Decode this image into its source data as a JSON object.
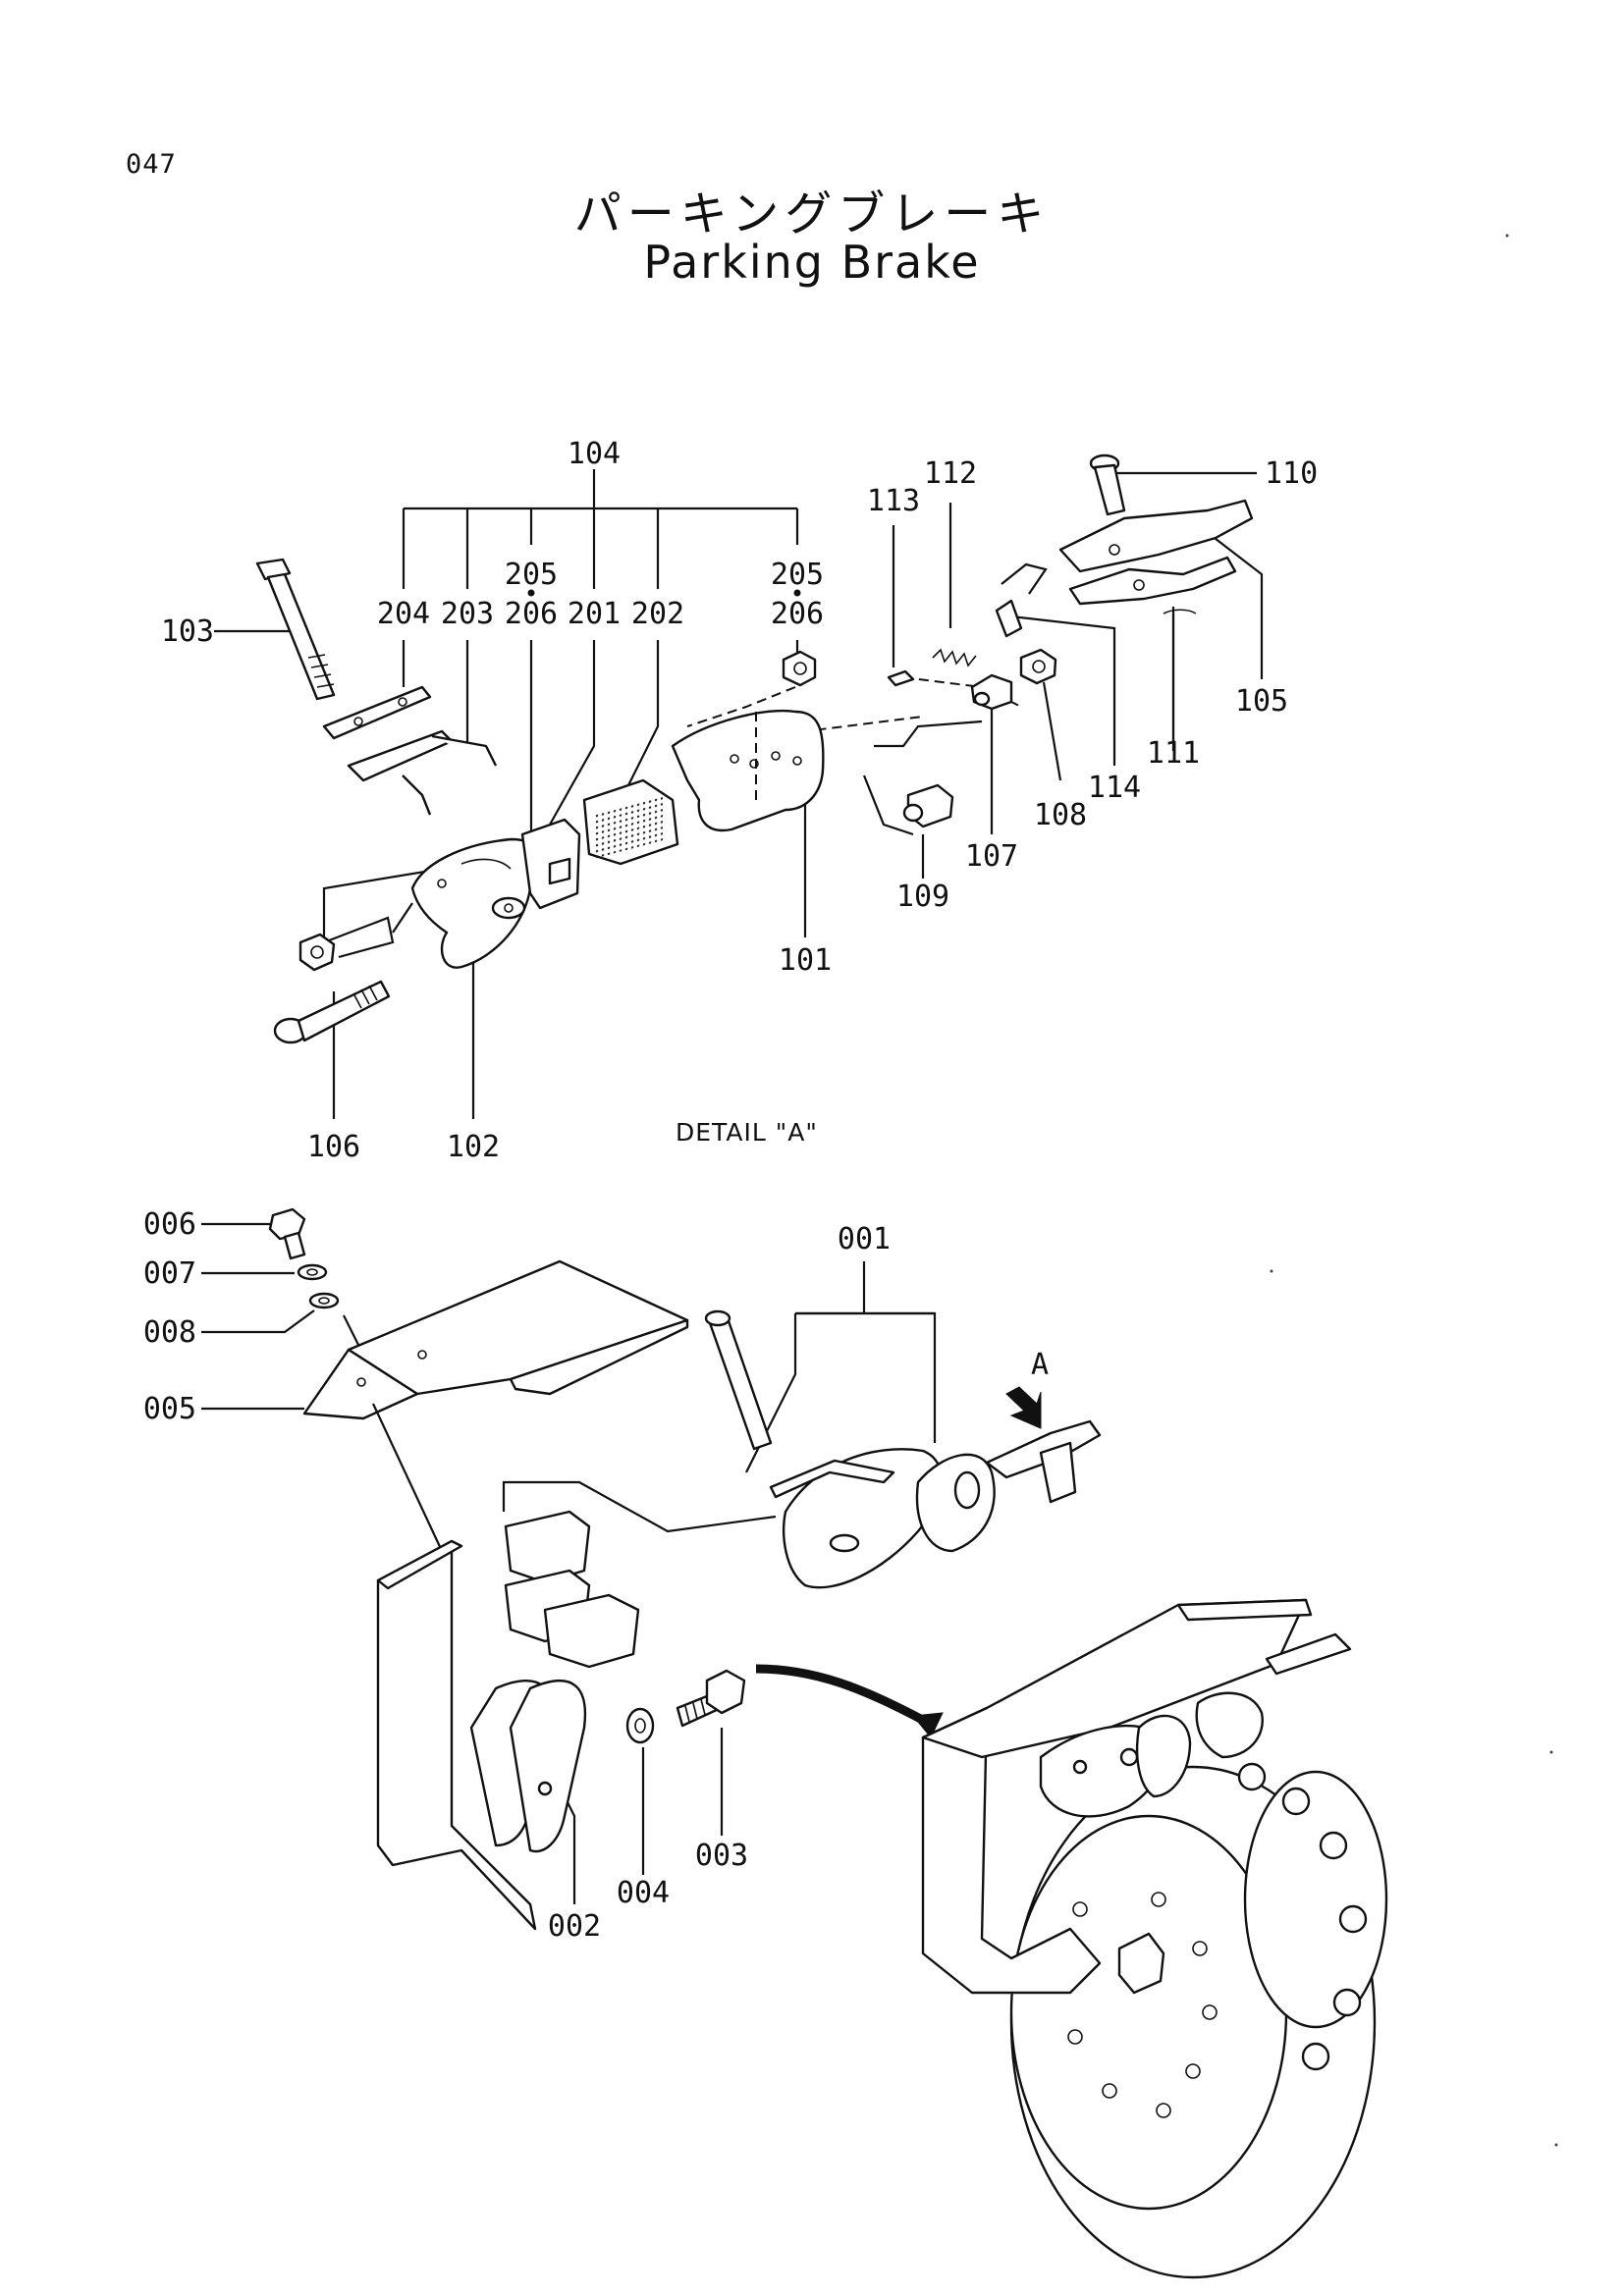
{
  "page_number": "047",
  "title_japanese": "パーキングブレーキ",
  "title_english": "Parking Brake",
  "detail_label": "DETAIL \"A\"",
  "view_arrow_label": "A",
  "callouts": {
    "p001": "001",
    "p002": "002",
    "p003": "003",
    "p004": "004",
    "p005": "005",
    "p006": "006",
    "p007": "007",
    "p008": "008",
    "p101": "101",
    "p102": "102",
    "p103": "103",
    "p104": "104",
    "p105": "105",
    "p106": "106",
    "p107": "107",
    "p108": "108",
    "p109": "109",
    "p110": "110",
    "p111": "111",
    "p112": "112",
    "p113": "113",
    "p114": "114",
    "p201": "201",
    "p202": "202",
    "p203": "203",
    "p204": "204",
    "p205a": "205",
    "p206a": "206",
    "p205b": "205",
    "p206b": "206"
  }
}
